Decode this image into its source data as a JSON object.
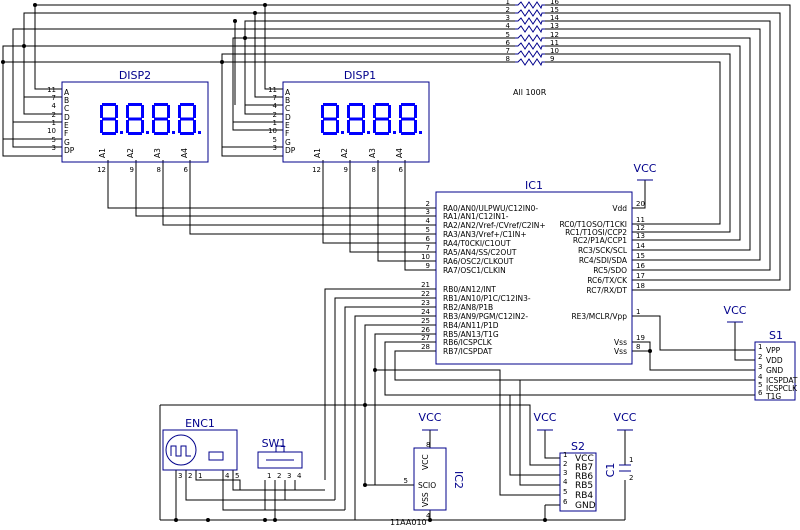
{
  "disp2": {
    "label": "DISP2",
    "pins_left": [
      [
        "11",
        "A"
      ],
      [
        "7",
        "B"
      ],
      [
        "4",
        "C"
      ],
      [
        "2",
        "D"
      ],
      [
        "1",
        "E"
      ],
      [
        "10",
        "F"
      ],
      [
        "5",
        "G"
      ],
      [
        "3",
        "DP"
      ]
    ],
    "pins_bottom": [
      [
        "12",
        "A1"
      ],
      [
        "9",
        "A2"
      ],
      [
        "8",
        "A3"
      ],
      [
        "6",
        "A4"
      ]
    ],
    "display_text": "8.8.8.8."
  },
  "disp1": {
    "label": "DISP1",
    "pins_left": [
      [
        "11",
        "A"
      ],
      [
        "7",
        "B"
      ],
      [
        "4",
        "C"
      ],
      [
        "2",
        "D"
      ],
      [
        "1",
        "E"
      ],
      [
        "10",
        "F"
      ],
      [
        "5",
        "G"
      ],
      [
        "3",
        "DP"
      ]
    ],
    "pins_bottom": [
      [
        "12",
        "A1"
      ],
      [
        "9",
        "A2"
      ],
      [
        "8",
        "A3"
      ],
      [
        "6",
        "A4"
      ]
    ],
    "display_text": "8.8.8.8."
  },
  "rnet": {
    "pins_left": [
      "1",
      "2",
      "3",
      "4",
      "5",
      "6",
      "7",
      "8"
    ],
    "pins_right": [
      "16",
      "15",
      "14",
      "13",
      "12",
      "11",
      "10",
      "9"
    ],
    "value": "All 100R"
  },
  "ic1": {
    "label": "IC1",
    "left_pins": [
      [
        "2",
        "RA0/AN0/ULPWU/C12IN0-"
      ],
      [
        "3",
        "RA1/AN1/C12IN1-"
      ],
      [
        "4",
        "RA2/AN2/Vref-/CVref/C2IN+"
      ],
      [
        "5",
        "RA3/AN3/Vref+/C1IN+"
      ],
      [
        "6",
        "RA4/T0CKI/C1OUT"
      ],
      [
        "7",
        "RA5/AN4/SS/C2OUT"
      ],
      [
        "10",
        "RA6/OSC2/CLKOUT"
      ],
      [
        "9",
        "RA7/OSC1/CLKIN"
      ],
      [
        "21",
        "RB0/AN12/INT"
      ],
      [
        "22",
        "RB1/AN10/P1C/C12IN3-"
      ],
      [
        "23",
        "RB2/AN8/P1B"
      ],
      [
        "24",
        "RB3/AN9/PGM/C12IN2-"
      ],
      [
        "25",
        "RB4/AN11/P1D"
      ],
      [
        "26",
        "RB5/AN13/T1G"
      ],
      [
        "27",
        "RB6/ICSPCLK"
      ],
      [
        "28",
        "RB7/ICSPDAT"
      ]
    ],
    "right_pins": [
      [
        "20",
        "Vdd"
      ],
      [
        "11",
        "RC0/T1OSO/T1CKI"
      ],
      [
        "12",
        "RC1/T1OSI/CCP2"
      ],
      [
        "13",
        "RC2/P1A/CCP1"
      ],
      [
        "14",
        "RC3/SCK/SCL"
      ],
      [
        "15",
        "RC4/SDI/SDA"
      ],
      [
        "16",
        "RC5/SDO"
      ],
      [
        "17",
        "RC6/TX/CK"
      ],
      [
        "18",
        "RC7/RX/DT"
      ],
      [
        "1",
        "RE3/MCLR/Vpp"
      ],
      [
        "19",
        "Vss"
      ],
      [
        "8",
        "Vss"
      ]
    ]
  },
  "vcc_label": "VCC",
  "s1": {
    "label": "S1",
    "pins": [
      [
        "1",
        "VPP"
      ],
      [
        "2",
        "VDD"
      ],
      [
        "3",
        "GND"
      ],
      [
        "4",
        "ICSPDAT"
      ],
      [
        "5",
        "ICSPCLK"
      ],
      [
        "6",
        "T1G"
      ]
    ]
  },
  "s2": {
    "label": "S2",
    "pins": [
      [
        "1",
        "VCC"
      ],
      [
        "2",
        "RB7"
      ],
      [
        "3",
        "RB6"
      ],
      [
        "4",
        "RB5"
      ],
      [
        "5",
        "RB4"
      ],
      [
        "6",
        "GND"
      ]
    ]
  },
  "enc1": {
    "label": "ENC1",
    "pins": [
      "3",
      "2",
      "1",
      "4",
      "5"
    ]
  },
  "sw1": {
    "label": "SW1",
    "pins": [
      "1",
      "2",
      "3",
      "4"
    ]
  },
  "ic2": {
    "label": "IC2",
    "part": "11AA010",
    "pins": [
      [
        "8",
        "VCC"
      ],
      [
        "5",
        "SCIO"
      ],
      [
        "4",
        "VSS"
      ]
    ]
  },
  "c1": {
    "label": "C1",
    "pins": [
      "1",
      "2"
    ]
  }
}
